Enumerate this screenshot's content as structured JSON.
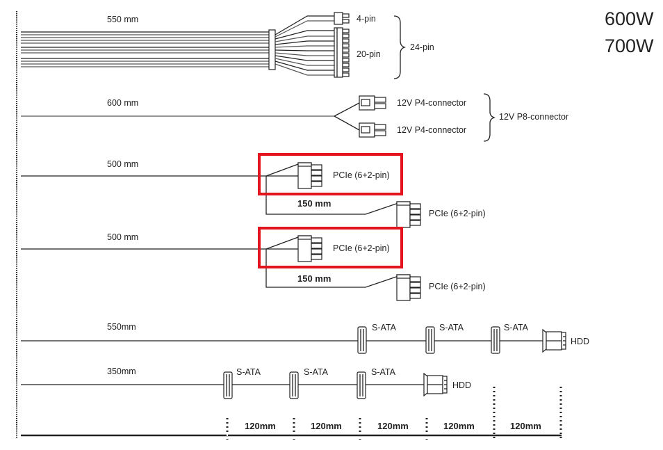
{
  "wattage_labels": [
    "600W",
    "700W"
  ],
  "cables": {
    "atx": {
      "length": "550 mm",
      "connectors": {
        "pin4": "4-pin",
        "pin20": "20-pin",
        "combined": "24-pin"
      }
    },
    "cpu": {
      "length": "600 mm",
      "connectors": [
        "12V P4-connector",
        "12V P4-connector"
      ],
      "combined": "12V P8-connector"
    },
    "pcie_1": {
      "length": "500 mm",
      "connector_1": "PCIe (6+2-pin)",
      "extension": "150 mm",
      "connector_2": "PCIe (6+2-pin)",
      "highlighted": true
    },
    "pcie_2": {
      "length": "500 mm",
      "connector_1": "PCIe (6+2-pin)",
      "extension": "150 mm",
      "connector_2": "PCIe (6+2-pin)",
      "highlighted": true
    },
    "sata_1": {
      "length": "550mm",
      "connectors": [
        "S-ATA",
        "S-ATA",
        "S-ATA"
      ],
      "end": "HDD"
    },
    "sata_2": {
      "length": "350mm",
      "connectors": [
        "S-ATA",
        "S-ATA",
        "S-ATA"
      ],
      "end": "HDD"
    }
  },
  "scale": {
    "segments": [
      "120mm",
      "120mm",
      "120mm",
      "120mm",
      "120mm"
    ]
  },
  "colors": {
    "highlight": "#e3141e",
    "line": "#222222"
  }
}
